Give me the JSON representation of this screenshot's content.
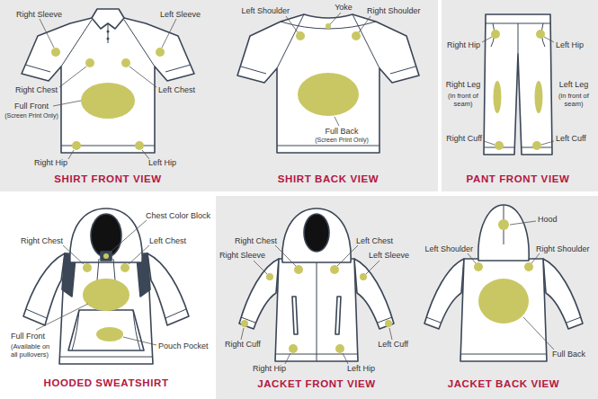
{
  "diagram": {
    "labels": [
      "Right Sleeve",
      "Left Sleeve",
      "Right Chest",
      "Left Chest",
      "Full Front",
      "(Screen Print Only)",
      "Right Hip",
      "Left Hip",
      "SHIRT FRONT VIEW",
      "Left Shoulder",
      "Yoke",
      "Right Shoulder",
      "Full Back",
      "(Screen Print Only)",
      "SHIRT BACK VIEW",
      "Right Hip",
      "Left Hip",
      "Right Leg",
      "(in front of seam)",
      "Left Leg",
      "(in front of seam)",
      "Right Cuff",
      "Left Cuff",
      "PANT FRONT VIEW",
      "Chest Color Block",
      "Right Chest",
      "Left Chest",
      "Full Front",
      "(Available on all pullovers)",
      "Pouch Pocket",
      "HOODED SWEATSHIRT",
      "Right Chest",
      "Left Chest",
      "Right Sleeve",
      "Left Sleeve",
      "Right Cuff",
      "Left Cuff",
      "Right Hip",
      "Left Hip",
      "JACKET FRONT VIEW",
      "Hood",
      "Left Shoulder",
      "Right Shoulder",
      "Full Back",
      "JACKET BACK VIEW"
    ]
  }
}
